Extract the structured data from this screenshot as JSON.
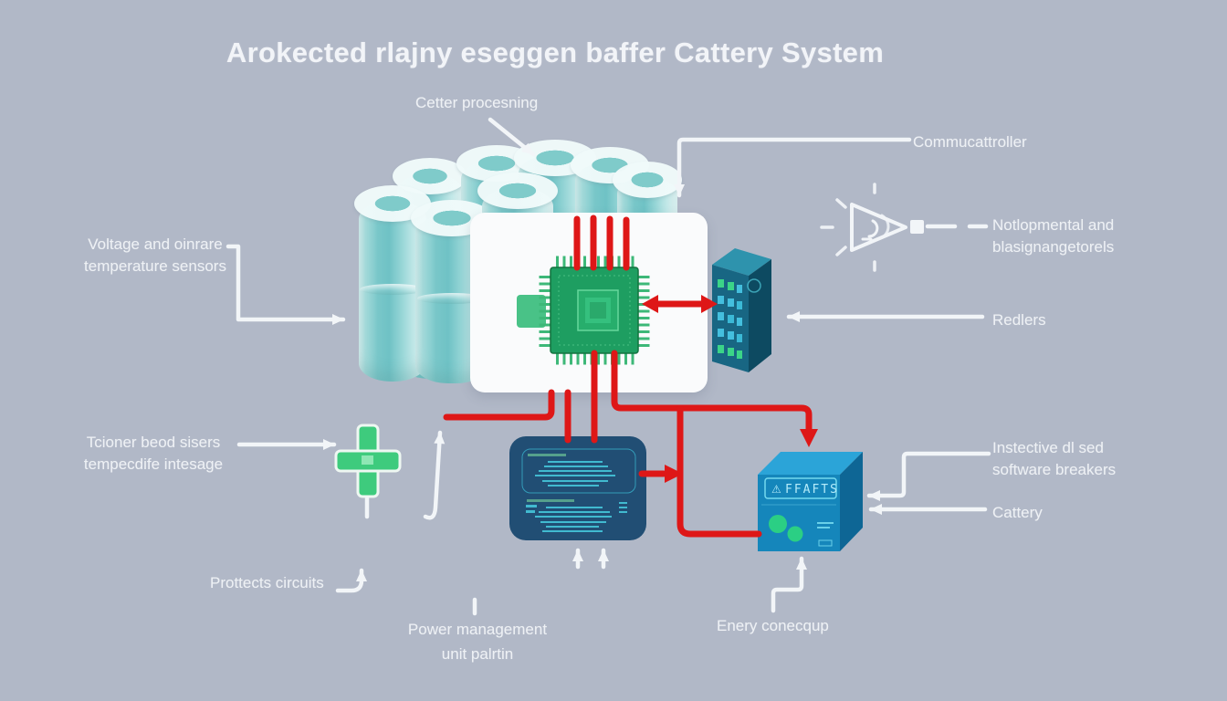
{
  "title": "Arokected rlajny eseggen baffer Cattery System",
  "callouts": {
    "cell_processing": "Cetter procesning",
    "controller": "Commucattroller",
    "notifications": {
      "line1": "Notlopmental and",
      "line2": "blasignangetorels"
    },
    "relays": "Redlers",
    "voltage_sensors": {
      "line1": "Voltage and oinrare",
      "line2": "temperature sensors"
    },
    "sensor_module": {
      "line1": "Tcioner beod sisers",
      "line2": "tempecdife intesage"
    },
    "protect_circuits": "Prottects circuits",
    "power_unit": {
      "line1": "Power management",
      "line2": "unit palrtin"
    },
    "energy": "Enery conecqup",
    "breakers": {
      "line1": "Instective dl sed",
      "line2": "software breakers"
    },
    "battery": "Cattery"
  },
  "components": {
    "fuse_box": {
      "label": "FFAFTS",
      "warning_icon": "⚠"
    }
  },
  "colors": {
    "background": "#b1b8c7",
    "wire_red": "#de1717",
    "line_white": "#f2f5f8",
    "board_white": "#fafbfc",
    "chip_green": "#1e9e61",
    "cell_teal": "#7fc9cb",
    "box_navy": "#214e74",
    "box_blue": "#1586bb",
    "connector_teal": "#186683",
    "cross_green": "#3ecb7d"
  }
}
